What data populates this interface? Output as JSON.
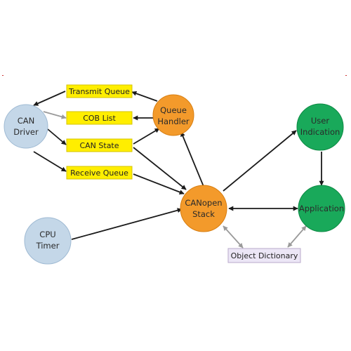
{
  "colors": {
    "blue_node": "#c4d7e8",
    "blue_node_stroke": "#9fbad3",
    "orange_node": "#f39a2b",
    "orange_node_stroke": "#d87e10",
    "green_node": "#19a95a",
    "green_node_stroke": "#0d8a44",
    "yellow_box": "#ffee00",
    "yellow_box_stroke": "#d4c400",
    "lavender_box": "#ece6f6",
    "lavender_box_stroke": "#b8aacb",
    "arrow_dark": "#1a1a1a",
    "arrow_gray": "#9a9a9a"
  },
  "nodes": {
    "can_driver": {
      "line1": "CAN",
      "line2": "Driver"
    },
    "cpu_timer": {
      "line1": "CPU",
      "line2": "Timer"
    },
    "queue_handler": {
      "line1": "Queue",
      "line2": "Handler"
    },
    "canopen_stack": {
      "line1": "CANopen",
      "line2": "Stack"
    },
    "user_indication": {
      "line1": "User",
      "line2": "Indication"
    },
    "application": {
      "line1": "Application"
    }
  },
  "boxes": {
    "transmit_queue": "Transmit Queue",
    "cob_list": "COB List",
    "can_state": "CAN State",
    "receive_queue": "Receive Queue",
    "object_dictionary": "Object Dictionary"
  }
}
